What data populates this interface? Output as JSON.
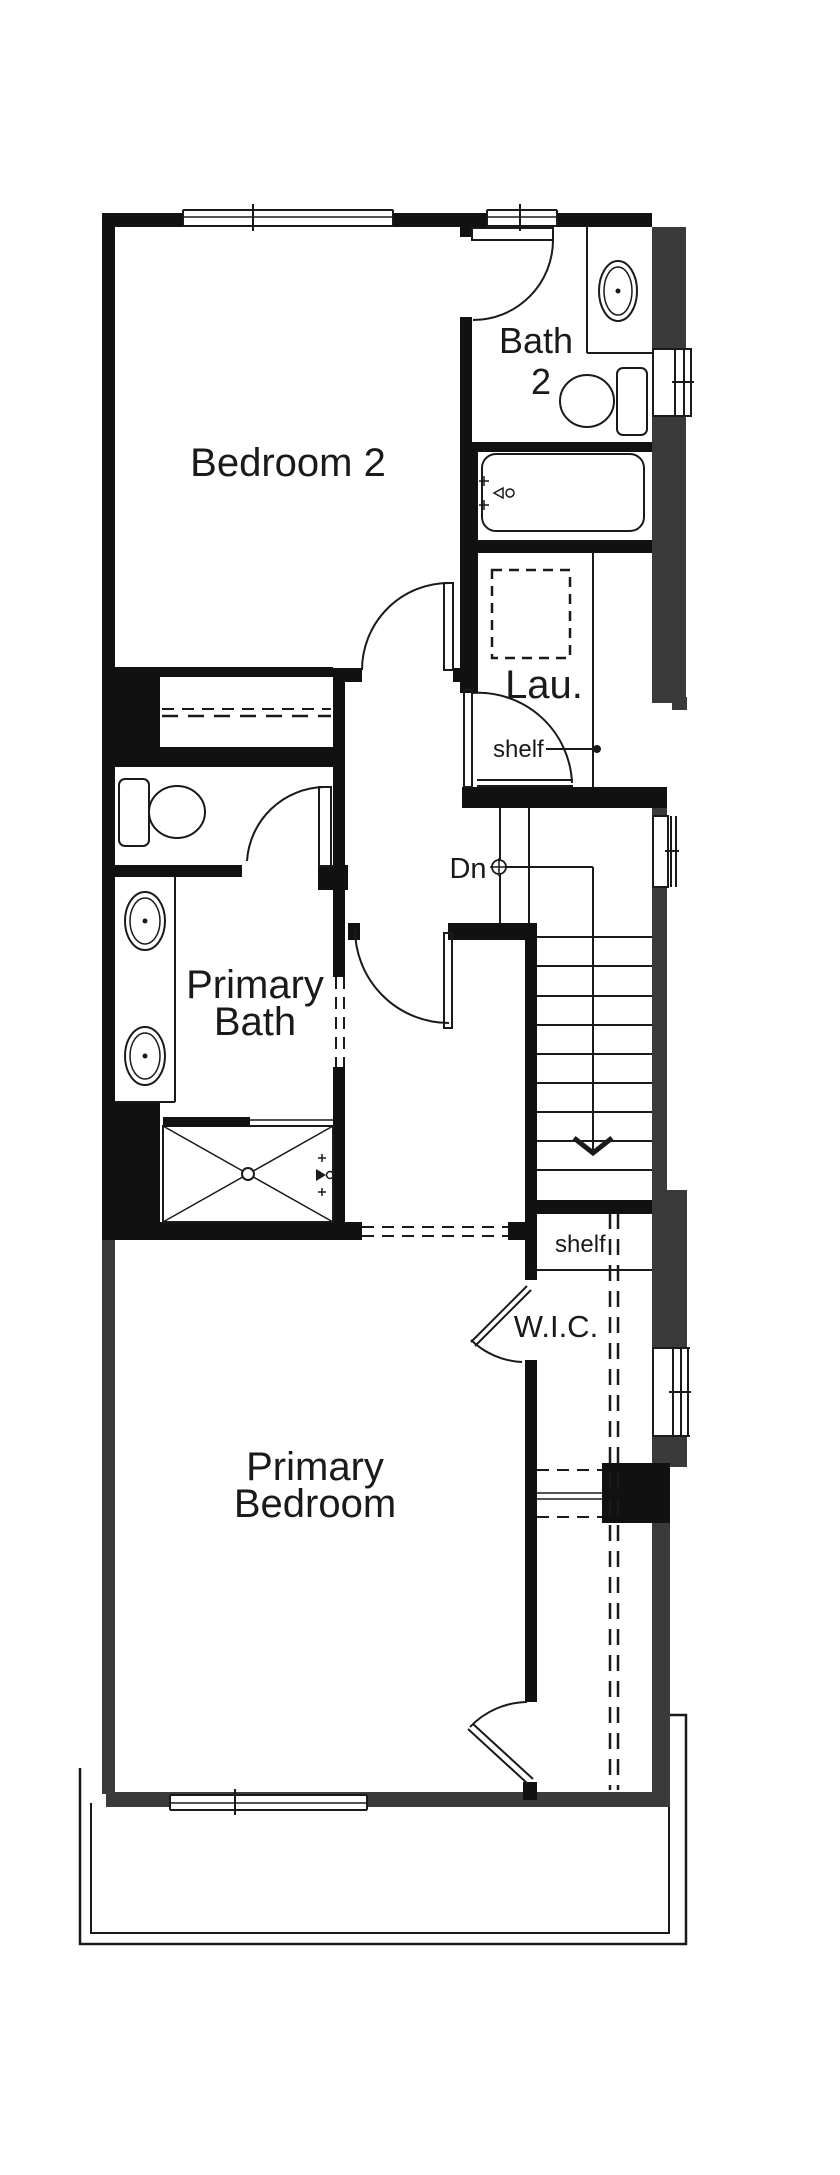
{
  "colors": {
    "wall": "#111111",
    "outer_wall": "#3a3a3a",
    "line": "#1a1a1a",
    "background": "#ffffff"
  },
  "rooms": {
    "bedroom2": {
      "label": "Bedroom 2"
    },
    "bath2": {
      "line1": "Bath",
      "line2": "2"
    },
    "laundry": {
      "label": "Lau."
    },
    "primary_bath": {
      "line1": "Primary",
      "line2": "Bath"
    },
    "wic": {
      "label": "W.I.C."
    },
    "primary_bedroom": {
      "line1": "Primary",
      "line2": "Bedroom"
    }
  },
  "annotations": {
    "stairs_down": "Dn",
    "laundry_shelf": "shelf",
    "wic_shelf": "shelf"
  }
}
